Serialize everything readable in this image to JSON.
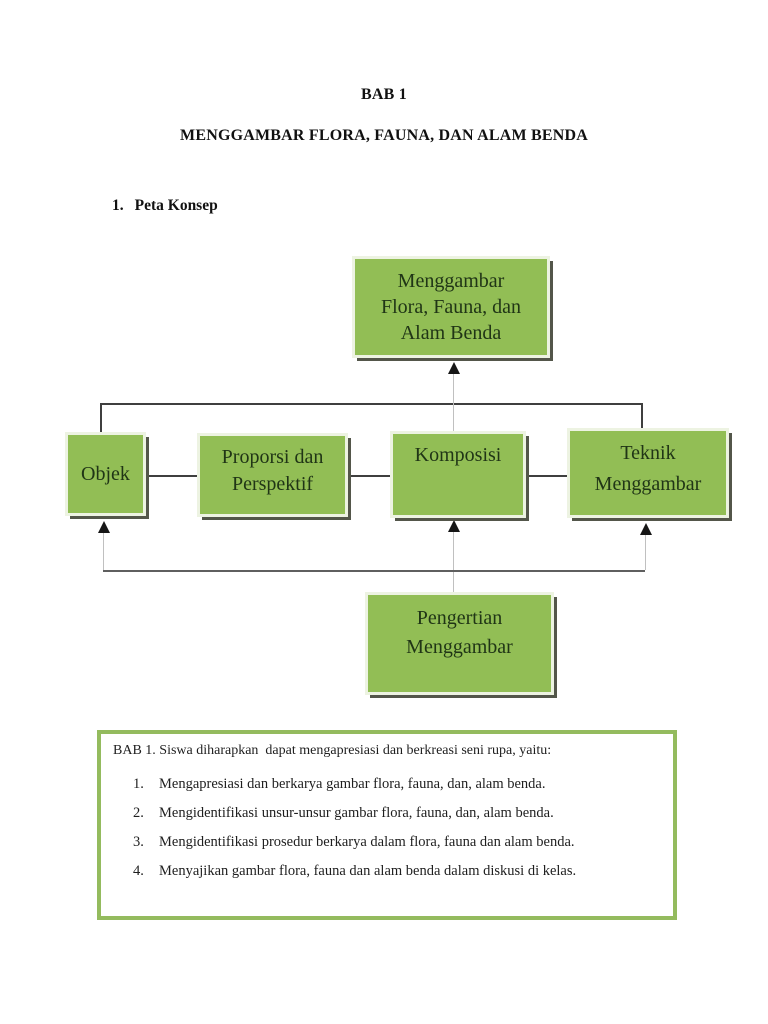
{
  "header": {
    "chapter": "BAB 1",
    "title": "MENGGAMBAR FLORA, FAUNA, DAN ALAM BENDA"
  },
  "section": {
    "number": "1.",
    "label": "Peta Konsep"
  },
  "diagram": {
    "type": "concept-map",
    "colors": {
      "node_fill": "#92be55",
      "node_inner_border": "#edf3e2",
      "node_shadow": "#53564a",
      "node_text": "#203516",
      "connector_dark": "#3f3f3f",
      "connector_light": "#c0c0c0",
      "arrow": "#161616"
    },
    "nodes": {
      "main": {
        "lines": [
          "Menggambar",
          "Flora, Fauna, dan",
          "Alam Benda"
        ]
      },
      "objek": {
        "lines": [
          "Objek"
        ]
      },
      "proporsi": {
        "lines": [
          "Proporsi dan",
          "Perspektif"
        ]
      },
      "komposisi": {
        "lines": [
          "Komposisi"
        ]
      },
      "teknik": {
        "lines": [
          "Teknik",
          "Menggambar"
        ]
      },
      "pengertian": {
        "lines": [
          "Pengertian",
          "Menggambar"
        ]
      }
    }
  },
  "objectives": {
    "border_color": "#94bb5e",
    "intro": "BAB 1. Siswa diharapkan  dapat mengapresiasi dan berkreasi seni rupa, yaitu:",
    "items": [
      {
        "num": "1.",
        "text": "Mengapresiasi dan berkarya gambar flora, fauna, dan, alam benda."
      },
      {
        "num": "2.",
        "text": "Mengidentifikasi unsur-unsur gambar flora, fauna, dan, alam benda."
      },
      {
        "num": "3.",
        "text": "Mengidentifikasi prosedur berkarya dalam flora, fauna dan alam benda."
      },
      {
        "num": "4.",
        "text": "Menyajikan gambar flora, fauna dan alam benda dalam diskusi di kelas."
      }
    ]
  }
}
